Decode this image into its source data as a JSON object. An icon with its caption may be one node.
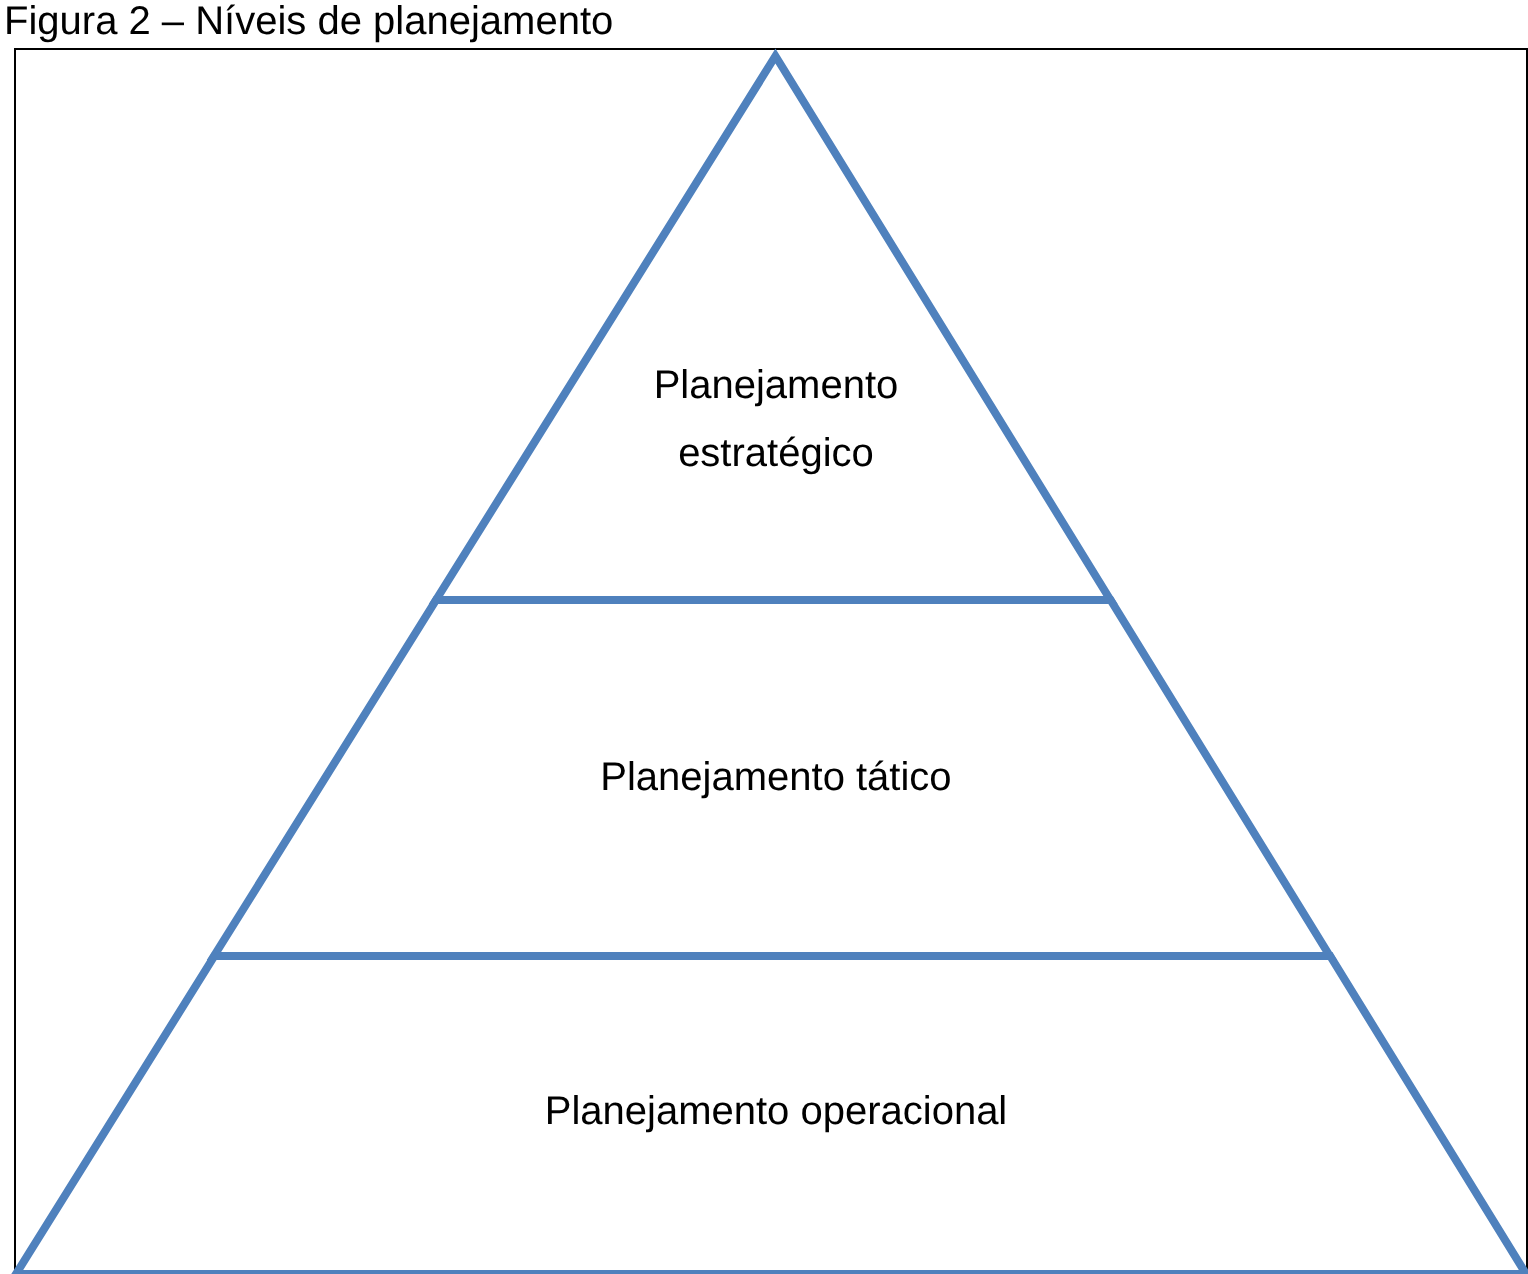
{
  "diagram": {
    "title": "Figura 2 – Níveis de planejamento",
    "nodes": [
      {
        "text": [
          "Planejamento estratégico"
        ]
      },
      {
        "text": [
          "Planejamento tático"
        ]
      },
      {
        "text": [
          "Planejamento operacional"
        ]
      }
    ]
  }
}
